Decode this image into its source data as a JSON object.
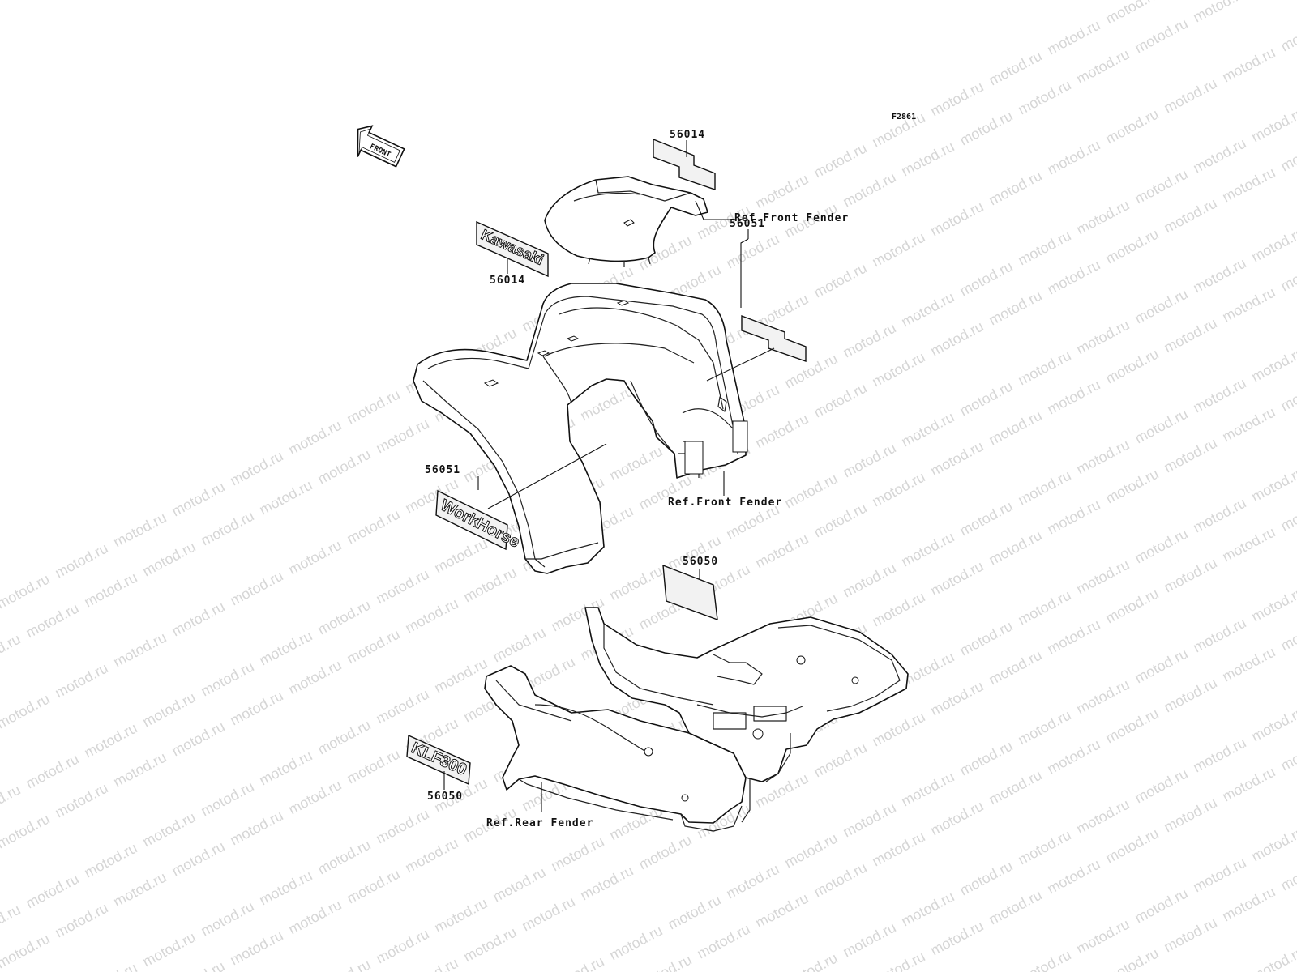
{
  "figure_code": "F2861",
  "front_arrow_label": "FRONT",
  "watermark_text": "motod.ru",
  "decal_text": {
    "kawasaki": "Kawasaki",
    "workhorse": "WorkHorse",
    "klf300": "KLF300"
  },
  "labels": {
    "p56014_top": "56014",
    "p56014_left": "56014",
    "p56051_right": "56051",
    "p56051_left": "56051",
    "p56050_top": "56050",
    "p56050_bottom": "56050",
    "ref_front_fender_1": "Ref.Front Fender",
    "ref_front_fender_2": "Ref.Front Fender",
    "ref_rear_fender": "Ref.Rear Fender"
  },
  "colors": {
    "line": "#111111",
    "watermark": "#d6d6d6",
    "background": "#ffffff"
  }
}
